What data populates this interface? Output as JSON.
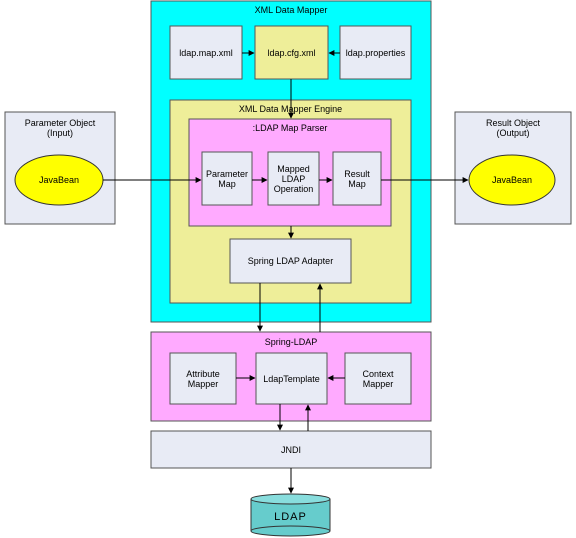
{
  "xml_data_mapper": {
    "title": "XML Data Mapper",
    "files": [
      "ldap.map.xml",
      "ldap.cfg.xml",
      "ldap.properties"
    ]
  },
  "engine": {
    "title": "XML Data Mapper Engine",
    "parser": {
      "title": ":LDAP Map Parser",
      "parameter_map": [
        "Parameter",
        "Map"
      ],
      "mapped_operation": [
        "Mapped",
        "LDAP",
        "Operation"
      ],
      "result_map": [
        "Result",
        "Map"
      ]
    },
    "adapter": "Spring LDAP Adapter"
  },
  "parameter_object": {
    "title": [
      "Parameter Object",
      "(Input)"
    ],
    "bean": "JavaBean"
  },
  "result_object": {
    "title": [
      "Result Object",
      "(Output)"
    ],
    "bean": "JavaBean"
  },
  "spring_ldap": {
    "title": "Spring-LDAP",
    "attribute_mapper": [
      "Attribute",
      "Mapper"
    ],
    "template": "LdapTemplate",
    "context_mapper": [
      "Context",
      "Mapper"
    ]
  },
  "jndi": "JNDI",
  "ldap": "LDAP",
  "colors": {
    "cyan": "#00ffff",
    "khaki": "#eeee99",
    "pink": "#ffaaff",
    "light_box": "#e8ebf5",
    "yellow_file": "#eeee99",
    "bean": "#ffff00",
    "ldap_db": "#66cccc"
  }
}
